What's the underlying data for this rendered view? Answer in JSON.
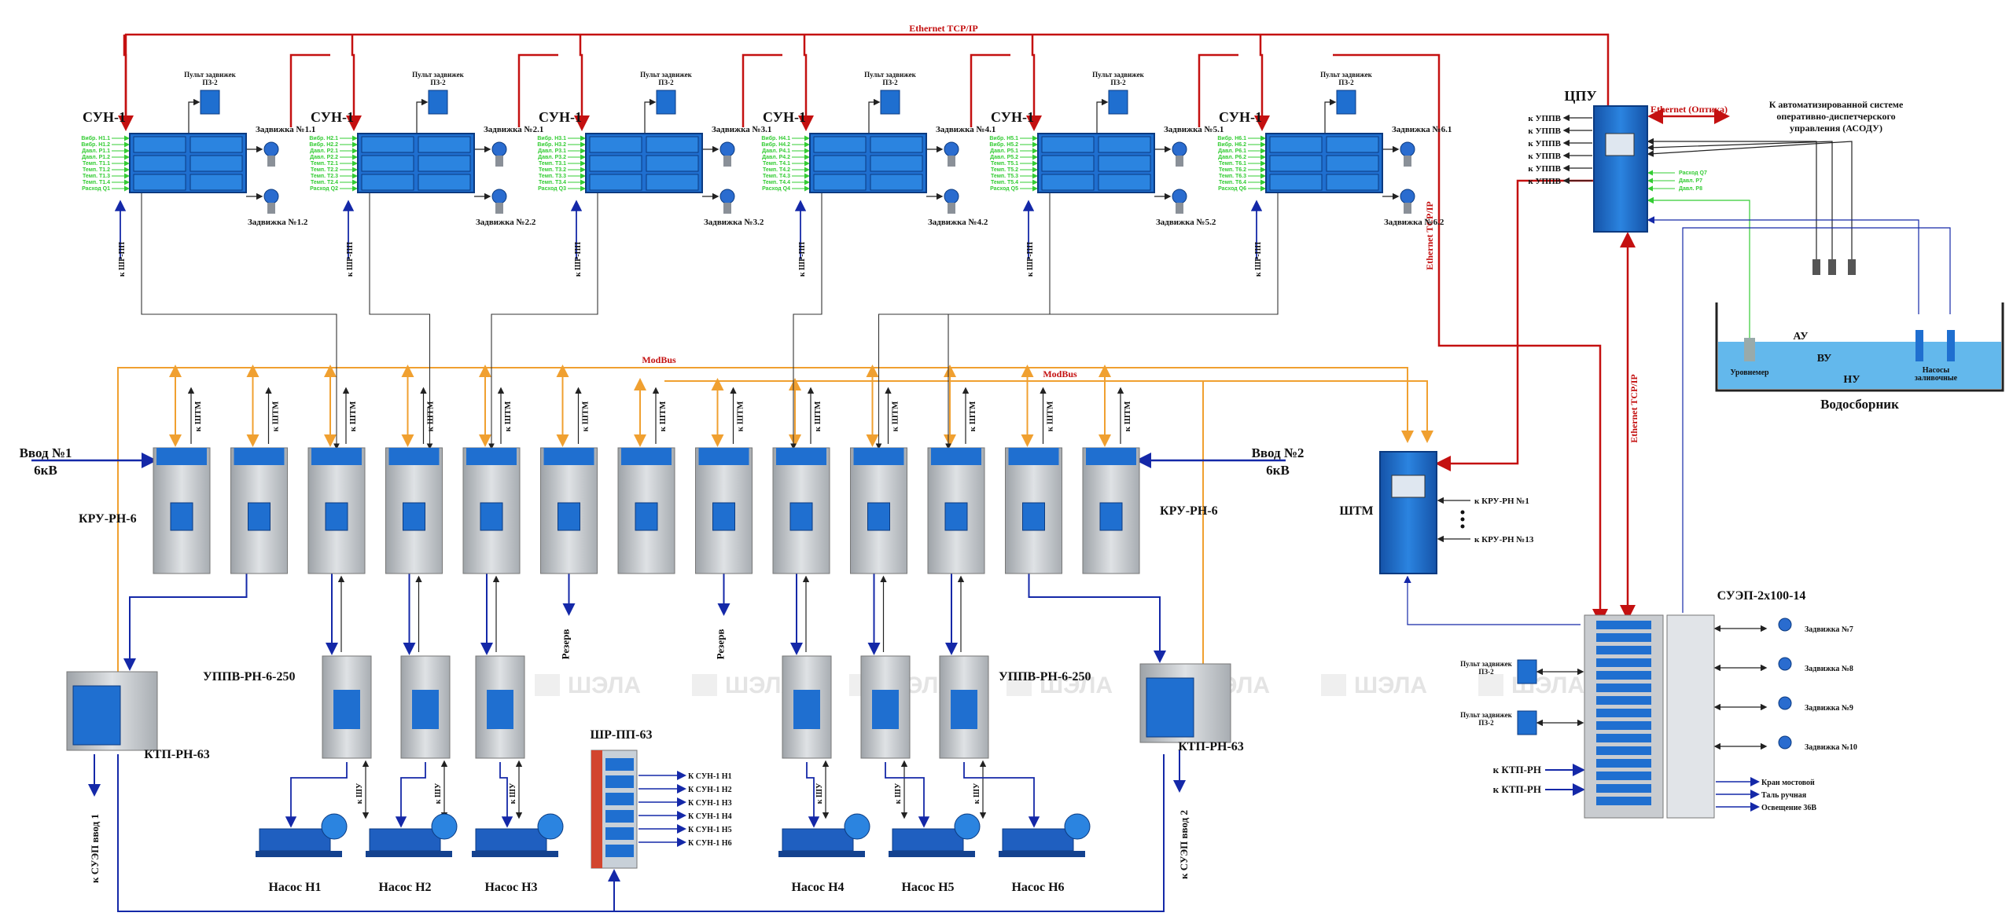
{
  "network": {
    "ethernet_top": "Ethernet TCP/IP",
    "ethernet_side": "Ethernet TCP/IP",
    "ethernet_right": "Ethernet TCP/IP",
    "modbus": "ModBus",
    "optic": "Ethernet (Оптика)"
  },
  "sun": {
    "title": "СУН-1",
    "remote_label": "Пульт задвижек",
    "remote_code": "ПЗ-2",
    "to_shr": "к ШР-ПП",
    "units": [
      {
        "valve_top": "Задвижка №1.1",
        "valve_bottom": "Задвижка №1.2",
        "signals": [
          "Вибр. Н1.1",
          "Вибр. Н1.2",
          "Давл. Р1.1",
          "Давл. Р1.2",
          "Темп. Т1.1",
          "Темп. Т1.2",
          "Темп. Т1.3",
          "Темп. Т1.4",
          "Расход Q1"
        ]
      },
      {
        "valve_top": "Задвижка №2.1",
        "valve_bottom": "Задвижка №2.2",
        "signals": [
          "Вибр. Н2.1",
          "Вибр. Н2.2",
          "Давл. Р2.1",
          "Давл. Р2.2",
          "Темп. Т2.1",
          "Темп. Т2.2",
          "Темп. Т2.3",
          "Темп. Т2.4",
          "Расход Q2"
        ]
      },
      {
        "valve_top": "Задвижка №3.1",
        "valve_bottom": "Задвижка №3.2",
        "signals": [
          "Вибр. Н3.1",
          "Вибр. Н3.2",
          "Давл. Р3.1",
          "Давл. Р3.2",
          "Темп. Т3.1",
          "Темп. Т3.2",
          "Темп. Т3.3",
          "Темп. Т3.4",
          "Расход Q3"
        ]
      },
      {
        "valve_top": "Задвижка №4.1",
        "valve_bottom": "Задвижка №4.2",
        "signals": [
          "Вибр. Н4.1",
          "Вибр. Н4.2",
          "Давл. Р4.1",
          "Давл. Р4.2",
          "Темп. Т4.1",
          "Темп. Т4.2",
          "Темп. Т4.3",
          "Темп. Т4.4",
          "Расход Q4"
        ]
      },
      {
        "valve_top": "Задвижка №5.1",
        "valve_bottom": "Задвижка №5.2",
        "signals": [
          "Вибр. Н5.1",
          "Вибр. Н5.2",
          "Давл. Р5.1",
          "Давл. Р5.2",
          "Темп. Т5.1",
          "Темп. Т5.2",
          "Темп. Т5.3",
          "Темп. Т5.4",
          "Расход Q5"
        ]
      },
      {
        "valve_top": "Задвижка №6.1",
        "valve_bottom": "Задвижка №6.2",
        "signals": [
          "Вибр. Н6.1",
          "Вибр. Н6.2",
          "Давл. Р6.1",
          "Давл. Р6.2",
          "Темп. Т6.1",
          "Темп. Т6.2",
          "Темп. Т6.3",
          "Темп. Т6.4",
          "Расход Q6"
        ]
      }
    ]
  },
  "kru": {
    "title_left": "КРУ-РН-6",
    "title_right": "КРУ-РН-6",
    "to_shtm": "к ШТМ",
    "input1": [
      "Ввод №1",
      "6кВ"
    ],
    "input2": [
      "Ввод №2",
      "6кВ"
    ],
    "reserve": "Резерв"
  },
  "uppv": {
    "title": "УППВ-РН-6-250",
    "to_shu": "к ШУ"
  },
  "ktp": {
    "title": "КТП-РН-63",
    "to_suep1": "к СУЭП ввод 1",
    "to_suep2": "к СУЭП ввод 2"
  },
  "shr": {
    "title": "ШР-ПП-63",
    "outputs": [
      "К СУН-1 Н1",
      "К СУН-1 Н2",
      "К СУН-1 Н3",
      "К СУН-1 Н4",
      "К СУН-1 Н5",
      "К СУН-1 Н6"
    ]
  },
  "pumps": [
    "Насос Н1",
    "Насос Н2",
    "Насос Н3",
    "Насос Н4",
    "Насос Н5",
    "Насос Н6"
  ],
  "cpu": {
    "title": "ЦПУ",
    "to_uppv": [
      "к УППВ",
      "к УППВ",
      "к УППВ",
      "к УППВ",
      "к УППВ",
      "к УППВ"
    ],
    "signals": [
      "Расход Q7",
      "Давл. Р7",
      "Давл. Р8"
    ],
    "asodu": [
      "К автоматизированной системе",
      "оперативно-диспетчерского",
      "управления (АСОДУ)"
    ]
  },
  "reservoir": {
    "title": "Водосборник",
    "level_meter": "Уровнемер",
    "au": "АУ",
    "vu": "ВУ",
    "nu": "НУ",
    "priming": [
      "Насосы",
      "заливочные"
    ]
  },
  "shtm": {
    "title": "ШТМ",
    "kru1": "к КРУ-РН №1",
    "kru13": "к КРУ-РН №13"
  },
  "suep": {
    "title": "СУЭП-2х100-14",
    "remote_label": "Пульт задвижек",
    "remote_code": "ПЗ-2",
    "to_ktp": "к КТП-РН",
    "valves": [
      "Задвижка №7",
      "Задвижка №8",
      "Задвижка №9",
      "Задвижка №10"
    ],
    "loads": [
      "Кран мостовой",
      "Таль ручная",
      "Освещение 36В"
    ]
  },
  "watermark": "ШЭЛА",
  "colors": {
    "ethernet": "#c41010",
    "modbus": "#f0a030",
    "power": "#1428a8",
    "signal": "#333333",
    "analog": "#33cc33",
    "cabinet_blue": "#1f6fd0",
    "cabinet_gray": "#c9ccd0"
  }
}
